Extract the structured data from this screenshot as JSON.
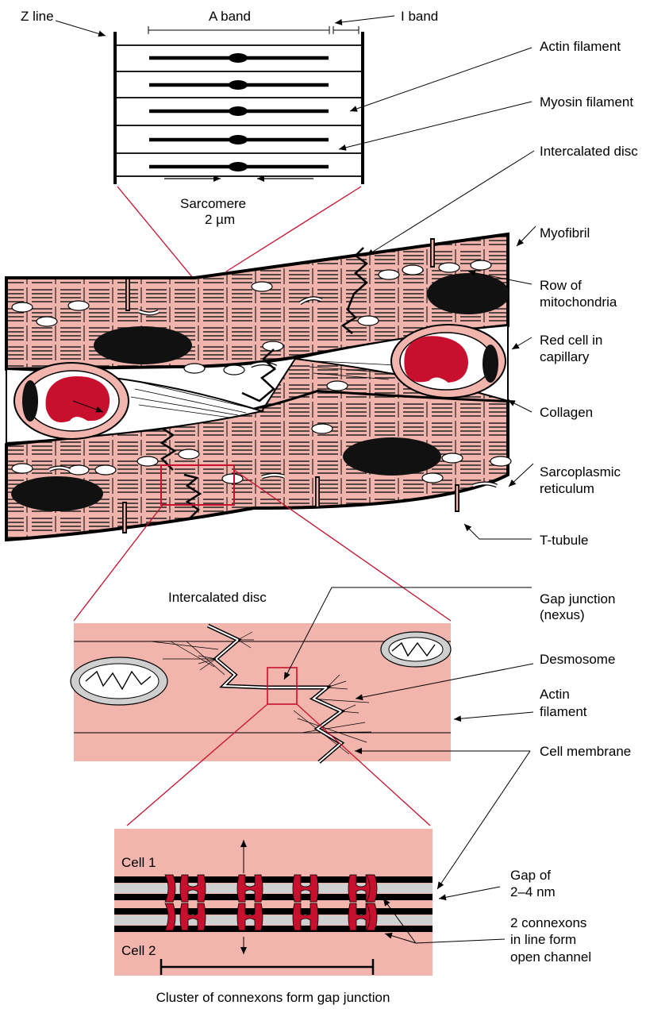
{
  "sarcomere": {
    "z_line": "Z line",
    "a_band": "A band",
    "i_band": "I band",
    "sarcomere": "Sarcomere",
    "length": "2 µm"
  },
  "tissue_labels": {
    "actin_filament": "Actin filament",
    "myosin_filament": "Myosin filament",
    "intercalated_disc": "Intercalated disc",
    "myofibril": "Myofibril",
    "row_of_mitochondria_1": "Row of",
    "row_of_mitochondria_2": "mitochondria",
    "red_cell_1": "Red cell in",
    "red_cell_2": "capillary",
    "collagen": "Collagen",
    "sarcoplasmic_1": "Sarcoplasmic",
    "sarcoplasmic_2": "reticulum",
    "t_tubule": "T-tubule"
  },
  "disc_labels": {
    "intercalated_disc": "Intercalated disc",
    "gap_junction_1": "Gap junction",
    "gap_junction_2": "(nexus)",
    "desmosome": "Desmosome",
    "actin_1": "Actin",
    "actin_2": "filament",
    "cell_membrane": "Cell membrane"
  },
  "junction_labels": {
    "cell1": "Cell 1",
    "cell2": "Cell 2",
    "gap_1": "Gap of",
    "gap_2": "2–4 nm",
    "connexons_1": "2 connexons",
    "connexons_2": "in line form",
    "connexons_3": "open channel",
    "caption": "Cluster of connexons form gap junction"
  },
  "colors": {
    "tissue": "#f2b5ad",
    "tissue_dark": "#e9a59c",
    "accent": "#c8102e",
    "nucleus": "#111111"
  }
}
